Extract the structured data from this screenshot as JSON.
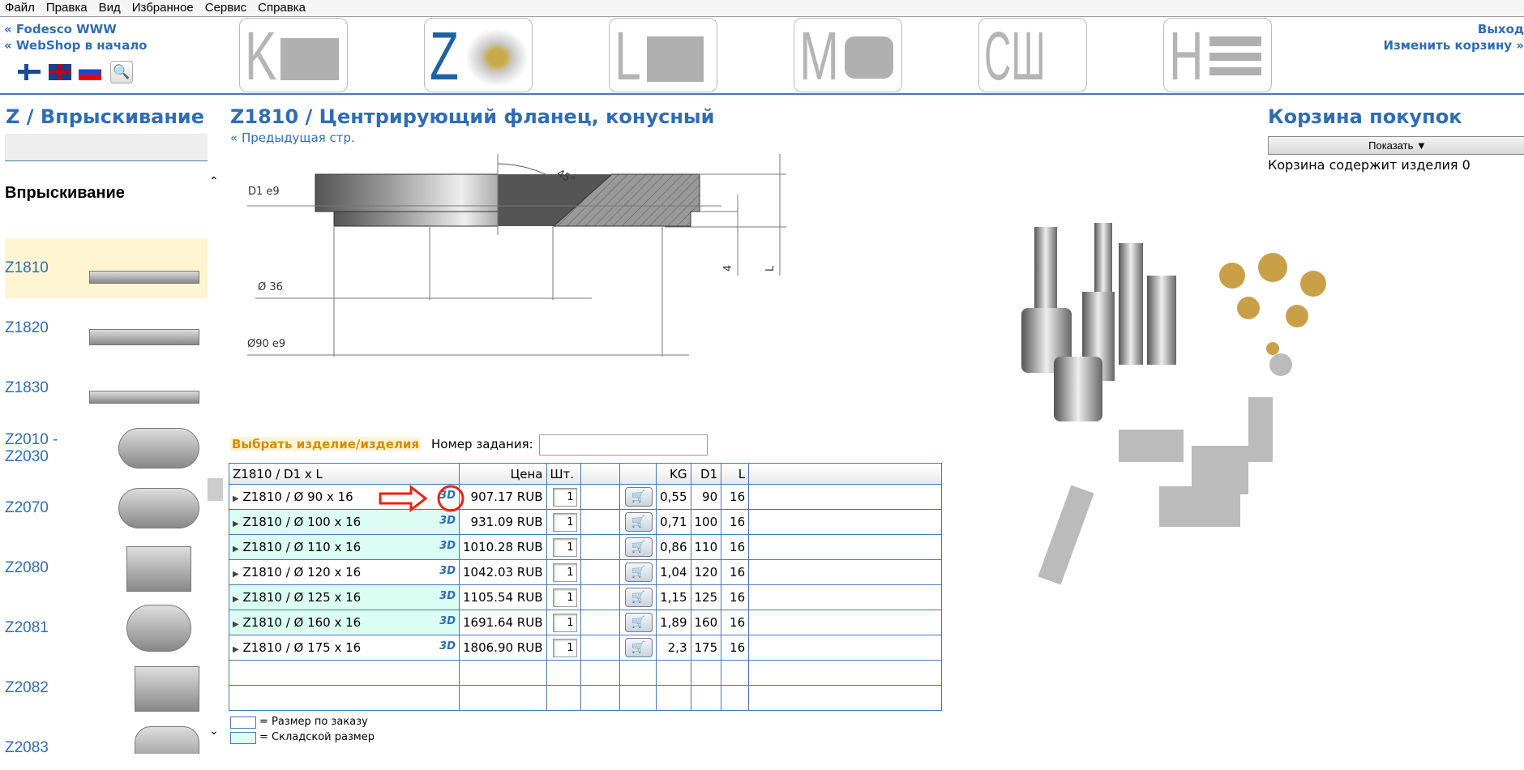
{
  "menu": [
    "Файл",
    "Правка",
    "Вид",
    "Избранное",
    "Сервис",
    "Справка"
  ],
  "header": {
    "link_www": "« Fodesco WWW",
    "link_home": "« WebShop в начало",
    "logout": "Выход",
    "change_cart": "Изменить корзину »",
    "categories": [
      "K",
      "Z",
      "L",
      "M",
      "СШ",
      "H"
    ],
    "active_category": "Z"
  },
  "sidebar": {
    "title": "Z / Впрыскивание",
    "section": "Впрыскивание",
    "items": [
      {
        "code": "Z1810"
      },
      {
        "code": "Z1820"
      },
      {
        "code": "Z1830"
      },
      {
        "code": "Z2010 - Z2030"
      },
      {
        "code": "Z2070"
      },
      {
        "code": "Z2080"
      },
      {
        "code": "Z2081"
      },
      {
        "code": "Z2082"
      },
      {
        "code": "Z2083"
      }
    ]
  },
  "main": {
    "title": "Z1810 / Центрирующий фланец, конусный",
    "back": "« Предыдущая стр.",
    "drawing": {
      "d1": "D1 e9",
      "d36": "Ø 36",
      "d90": "Ø90 e9",
      "angle": "45°",
      "h4": "4",
      "hl": "L"
    },
    "select_label": "Выбрать изделие/изделия",
    "order_label": "Номер задания:",
    "order_value": "",
    "table": {
      "headers": {
        "name": "Z1810 / D1 x L",
        "price": "Цена",
        "qty": "Шт.",
        "kg": "KG",
        "d1": "D1",
        "l": "L"
      },
      "rows": [
        {
          "name": "Z1810 / Ø 90 x 16",
          "model": "3D",
          "price": "907.17 RUB",
          "qty": "1",
          "kg": "0,55",
          "d1": "90",
          "l": "16",
          "stock": false
        },
        {
          "name": "Z1810 / Ø 100 x 16",
          "model": "3D",
          "price": "931.09 RUB",
          "qty": "1",
          "kg": "0,71",
          "d1": "100",
          "l": "16",
          "stock": true
        },
        {
          "name": "Z1810 / Ø 110 x 16",
          "model": "3D",
          "price": "1010.28 RUB",
          "qty": "1",
          "kg": "0,86",
          "d1": "110",
          "l": "16",
          "stock": true
        },
        {
          "name": "Z1810 / Ø 120 x 16",
          "model": "3D",
          "price": "1042.03 RUB",
          "qty": "1",
          "kg": "1,04",
          "d1": "120",
          "l": "16",
          "stock": false
        },
        {
          "name": "Z1810 / Ø 125 x 16",
          "model": "3D",
          "price": "1105.54 RUB",
          "qty": "1",
          "kg": "1,15",
          "d1": "125",
          "l": "16",
          "stock": true
        },
        {
          "name": "Z1810 / Ø 160 x 16",
          "model": "3D",
          "price": "1691.64 RUB",
          "qty": "1",
          "kg": "1,89",
          "d1": "160",
          "l": "16",
          "stock": true
        },
        {
          "name": "Z1810 / Ø 175 x 16",
          "model": "3D",
          "price": "1806.90 RUB",
          "qty": "1",
          "kg": "2,3",
          "d1": "175",
          "l": "16",
          "stock": false
        }
      ]
    },
    "legend": {
      "custom": "= Размер по заказу",
      "stock": "= Складской размер"
    }
  },
  "cart": {
    "title": "Корзина покупок",
    "show": "Показать ▼",
    "status": "Корзина содержит изделия 0"
  },
  "colors": {
    "accent": "#2f6db5",
    "stock": "#dcfdf4",
    "select": "#d98b00"
  }
}
